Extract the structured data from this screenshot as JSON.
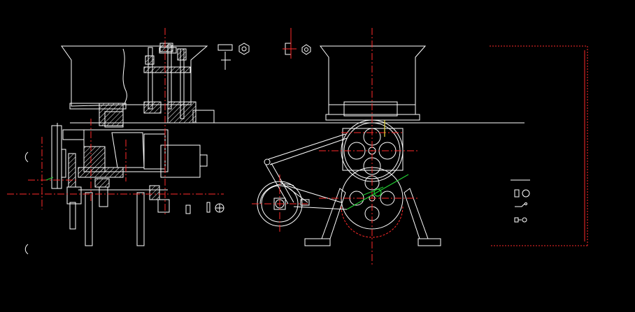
{
  "canvas": {
    "background": "#000000"
  },
  "colors": {
    "geometry": "#ffffff",
    "centerline": "#ff2a2a",
    "dimension": "#ff2a2a",
    "highlight": "#22cc33",
    "accent": "#f0e040"
  },
  "views": [
    {
      "id": "side-section-view",
      "description_visible": false
    },
    {
      "id": "front-elevation-view",
      "description_visible": false
    },
    {
      "id": "detail-symbols-panel",
      "description_visible": false
    }
  ]
}
